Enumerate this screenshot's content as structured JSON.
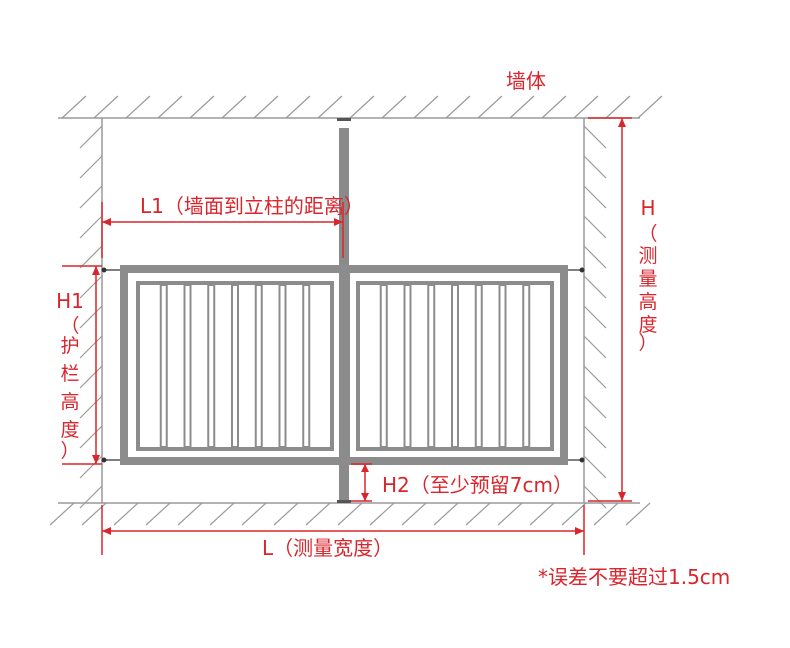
{
  "labels": {
    "wall": "墙体",
    "l1": "L1（墙面到立柱的距离）",
    "h_letter": "H",
    "h_vertical": [
      "（",
      "测",
      "量",
      "高",
      "度",
      "）"
    ],
    "h1_letter": "H1",
    "h1_vertical": [
      "（",
      "护",
      "栏",
      "高",
      "度",
      "）"
    ],
    "h2": "H2（至少预留7cm）",
    "l": "L（测量宽度）",
    "note": "*误差不要超过1.5cm"
  },
  "colors": {
    "annotation": "#d9262c",
    "structure": "#8c8c8c",
    "hatch": "#9a9a9a",
    "post": "#8a8a8a"
  },
  "railing": {
    "left_panel_bars": 7,
    "right_panel_bars": 7
  }
}
